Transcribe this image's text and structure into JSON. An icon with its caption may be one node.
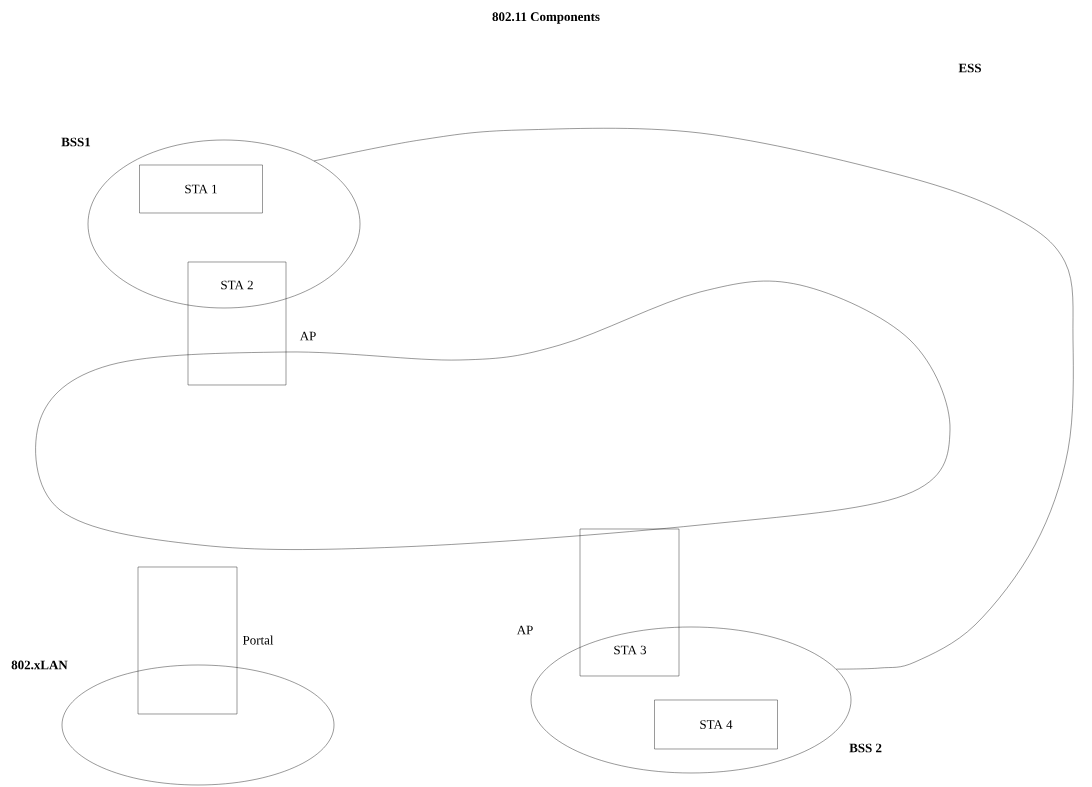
{
  "diagram": {
    "title": "802.11 Components",
    "nodes": [
      {
        "text": [
          "BSS1"
        ]
      },
      {
        "text": [
          "STA 1"
        ],
        "in": 0
      },
      {
        "text": [
          "STA 2"
        ]
      },
      {
        "text": [],
        "shape": "cloud"
      },
      {
        "text": [],
        "shape": "box"
      },
      {
        "text": [
          "STA 3"
        ]
      },
      {
        "text": [
          "802.xLAN"
        ]
      },
      {
        "text": [
          "BSS 2"
        ]
      },
      {
        "text": [
          "STA 4"
        ],
        "in": 7
      }
    ],
    "edges": [
      {
        "from": 0,
        "to": 7,
        "arrow": "none"
      }
    ],
    "labels": [
      "ESS",
      "AP",
      "AP",
      "Portal"
    ]
  }
}
